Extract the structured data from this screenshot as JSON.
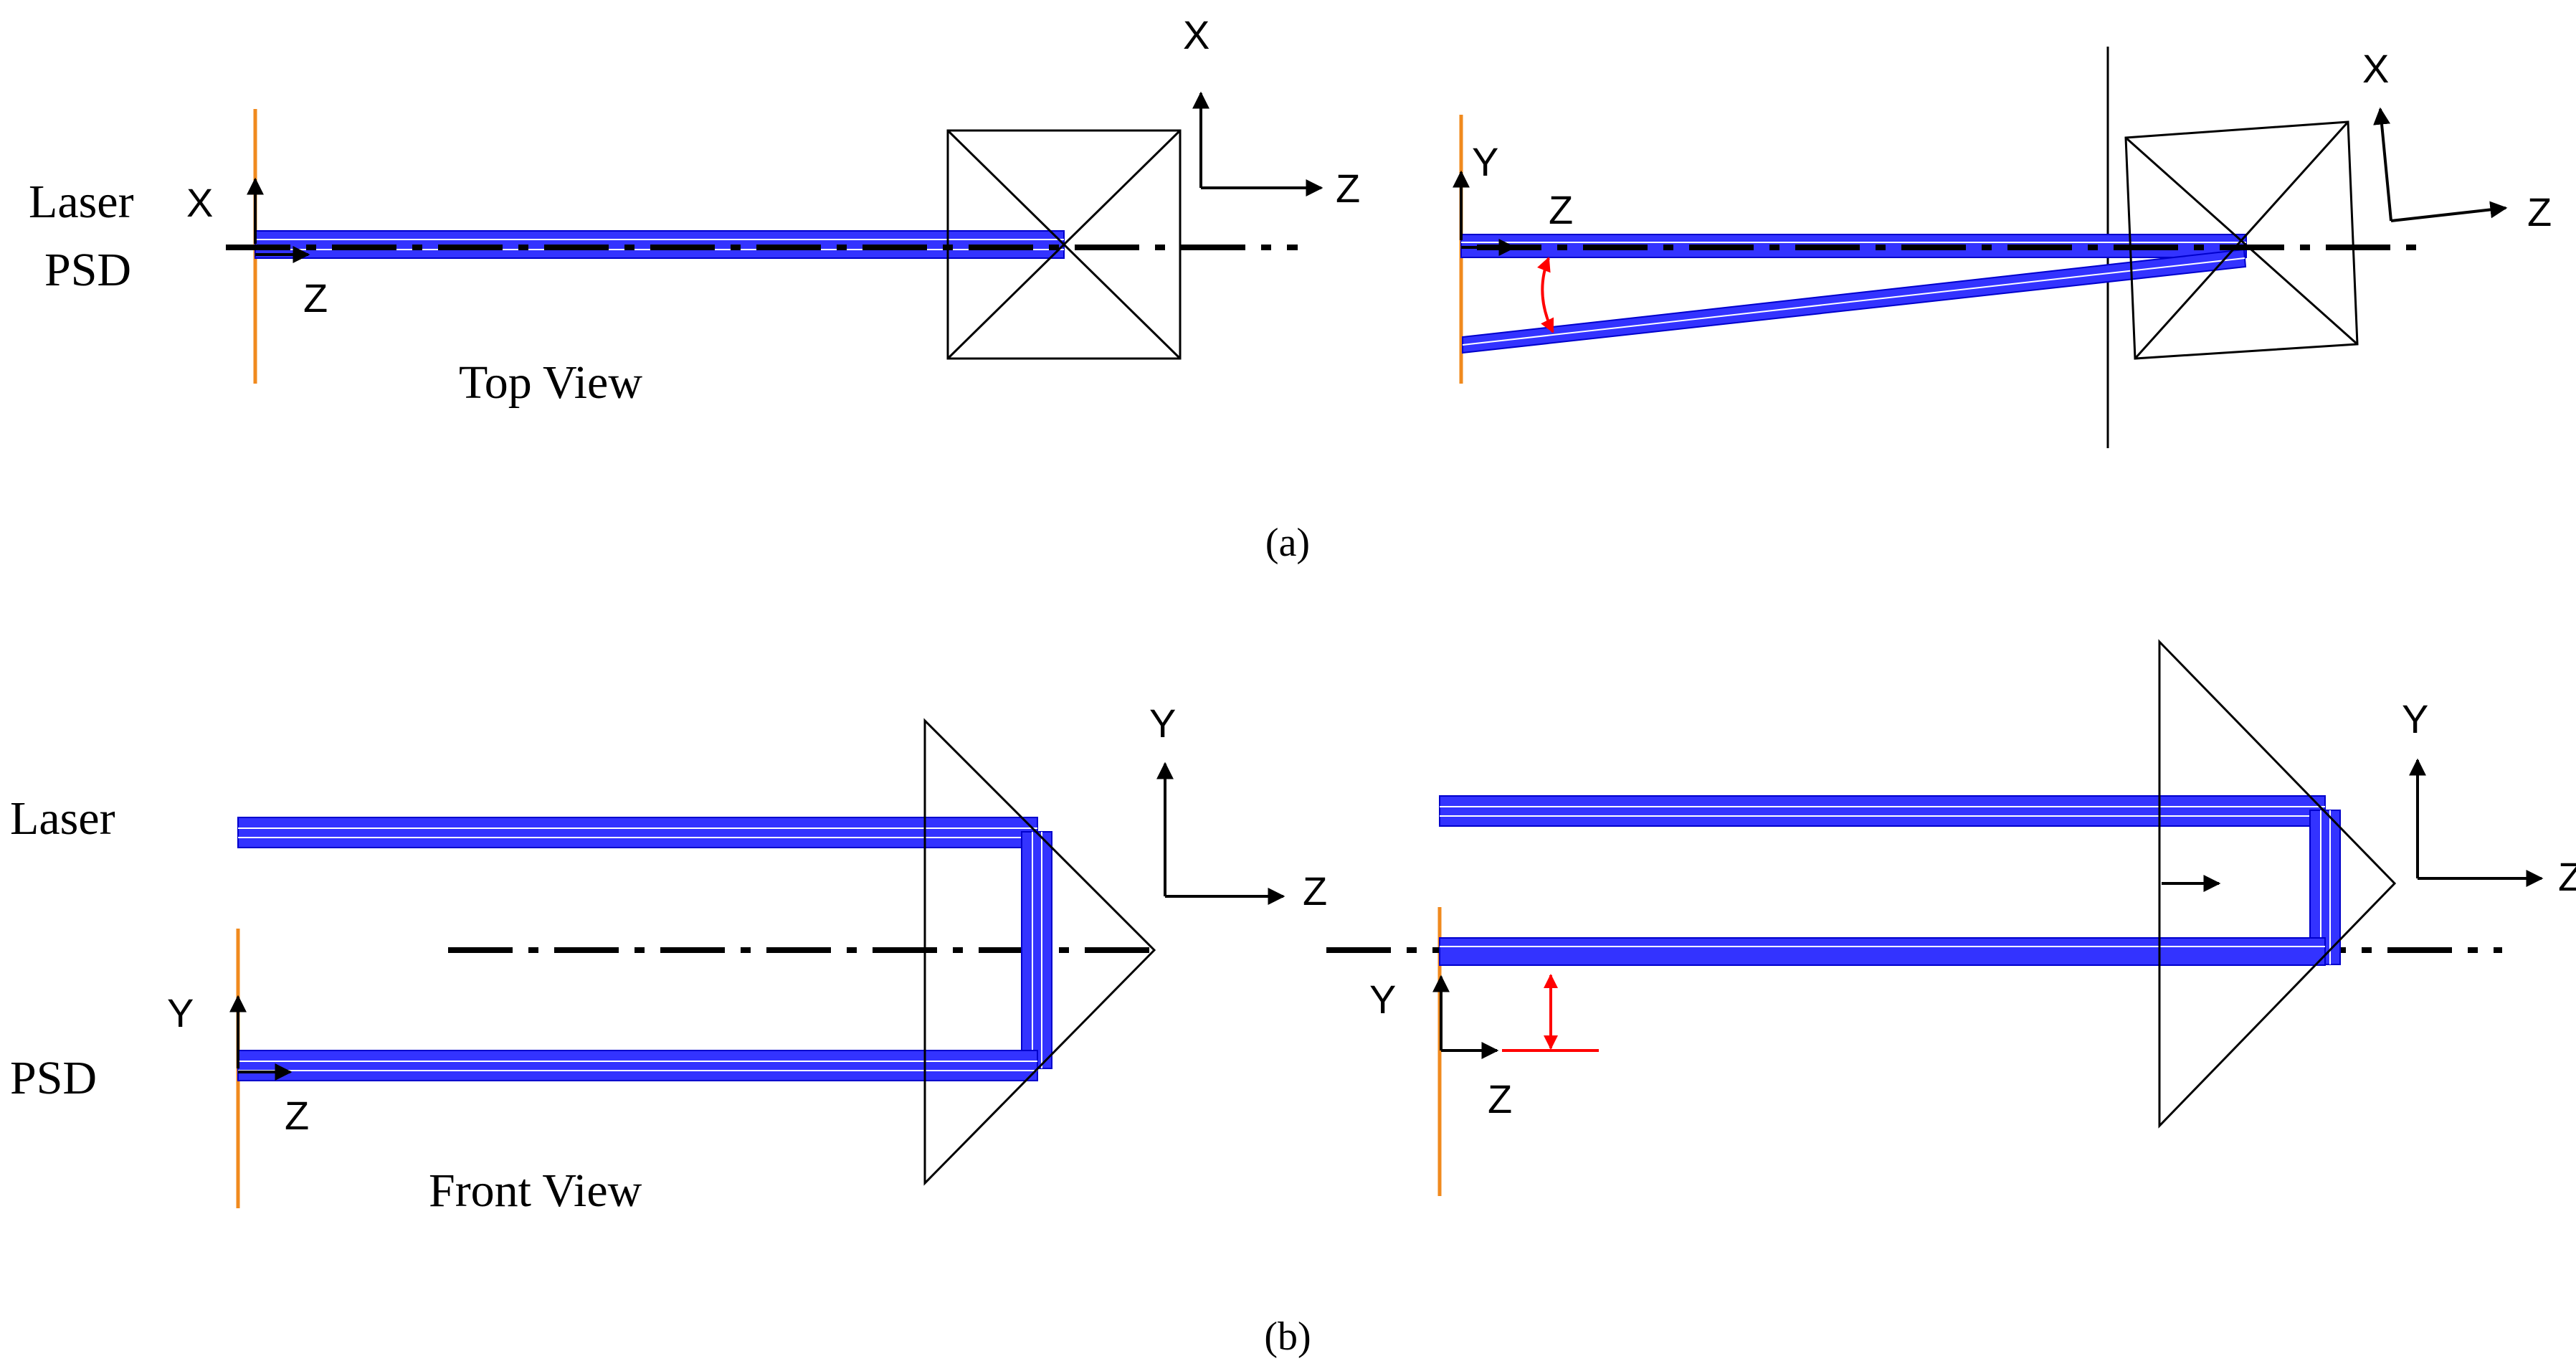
{
  "panel_a": {
    "left": {
      "laser_label": "Laser",
      "psd_label": "PSD",
      "view_label": "Top View",
      "psd_axis_vertical": "X",
      "psd_axis_horizontal": "Z",
      "frame_axis_vertical": "X",
      "frame_axis_horizontal": "Z"
    },
    "right": {
      "psd_axis_vertical": "Y",
      "psd_axis_horizontal": "Z",
      "frame_axis_vertical": "X",
      "frame_axis_horizontal": "Z"
    },
    "caption": "(a)"
  },
  "panel_b": {
    "left": {
      "laser_label": "Laser",
      "psd_label": "PSD",
      "view_label": "Front View",
      "frame_axis_vertical": "Y",
      "frame_axis_horizontal": "Z",
      "psd_axis_vertical": "Y",
      "psd_axis_horizontal": "Z"
    },
    "right": {
      "frame_axis_vertical": "Y",
      "frame_axis_horizontal": "Z",
      "psd_axis_vertical": "Y",
      "psd_axis_horizontal": "Z"
    },
    "caption": "(b)"
  },
  "colors": {
    "beam": "#3333ff",
    "psd_line": "#f08a1e",
    "annotation_arrow": "#ff0000",
    "outline": "#000000"
  }
}
